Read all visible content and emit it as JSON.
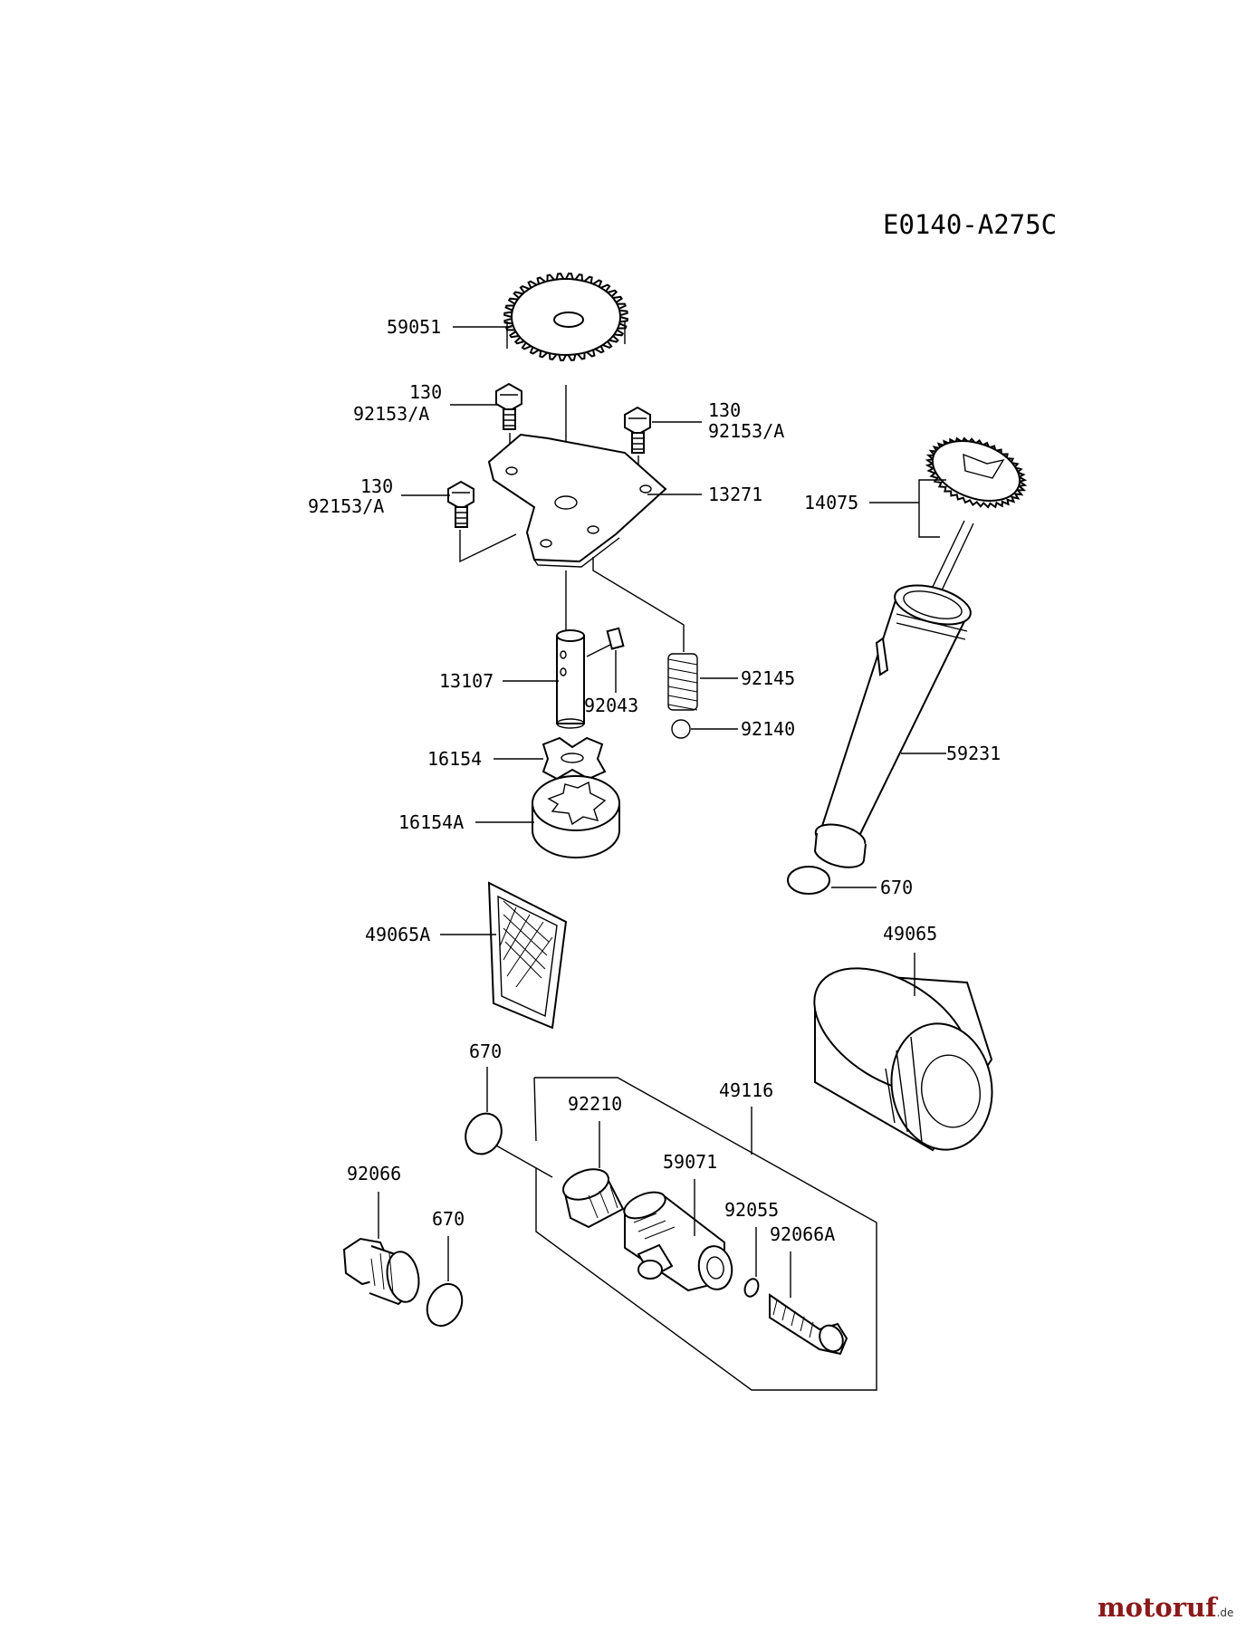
{
  "diagram": {
    "code": "E0140-A275C",
    "labels": {
      "59051": "59051",
      "130_a": "130",
      "92153A_a": "92153/A",
      "130_b": "130",
      "92153A_b": "92153/A",
      "130_c": "130",
      "92153A_c": "92153/A",
      "13271": "13271",
      "14075": "14075",
      "13107": "13107",
      "92043": "92043",
      "92145": "92145",
      "92140": "92140",
      "59231": "59231",
      "16154": "16154",
      "16154A": "16154A",
      "670_a": "670",
      "49065A": "49065A",
      "49065": "49065",
      "670_b": "670",
      "49116": "49116",
      "92210": "92210",
      "59071": "59071",
      "92066": "92066",
      "670_c": "670",
      "92055": "92055",
      "92066A": "92066A"
    }
  },
  "watermark": {
    "brand": "motoruf",
    "tld": ".de",
    "brand_color": "#8b1a1a",
    "tld_color": "#333333"
  }
}
